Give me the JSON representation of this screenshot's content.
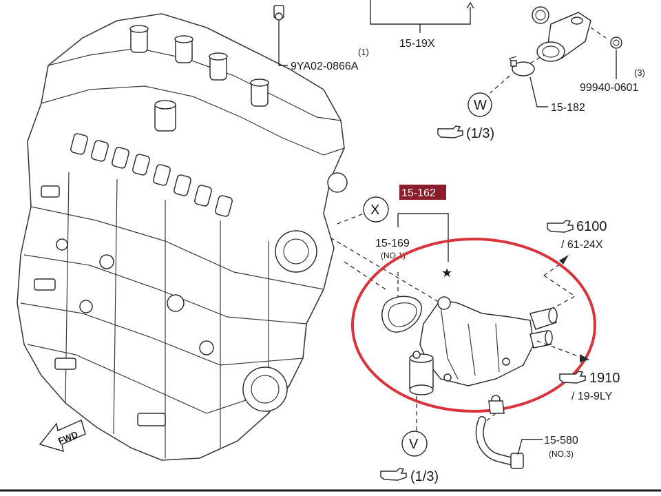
{
  "highlight_color": "#d9343c",
  "tag_color": "#8b1c2a",
  "labels": {
    "ref_15_19x": "15-19X",
    "ref_9ya02": "9YA02-0866A",
    "qty_9ya02": "(1)",
    "ref_99940": "99940-0601",
    "qty_99940": "(3)",
    "ref_15_182": "15-182",
    "circle_w": "W",
    "page_w": "(1/3)",
    "circle_x": "X",
    "ref_15_162": "15-162",
    "ref_15_169": "15-169",
    "note_15_169": "(NO.1)",
    "ref_6100": "6100",
    "ref_61_24x": "/ 61-24X",
    "ref_1910": "1910",
    "ref_19_9ly": "/ 19-9LY",
    "ref_15_580": "15-580",
    "note_15_580": "(NO.3)",
    "circle_v": "V",
    "page_v": "(1/3)",
    "fwd": "FWD",
    "star": "★"
  },
  "icons": [
    "pointing-hand-icon",
    "star-icon",
    "fwd-arrow-icon"
  ]
}
